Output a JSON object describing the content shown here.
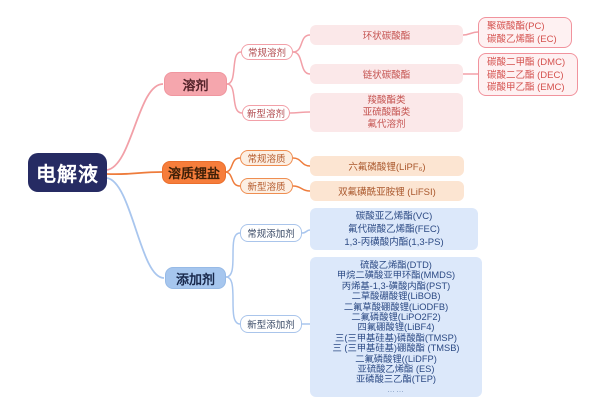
{
  "root_label": "电解液",
  "solvent": {
    "label": "溶剂",
    "conventional_label": "常规溶剂",
    "novel_label": "新型溶剂",
    "cyclic_label": "环状碳酸酯",
    "chain_label": "链状碳酸酯",
    "cyclic_items": [
      "聚碳酸酯(PC)",
      "碳酸乙烯酯 (EC)"
    ],
    "chain_items": [
      "碳酸二甲酯 (DMC)",
      "碳酸二乙酯 (DEC)",
      "碳酸甲乙酯 (EMC)"
    ],
    "novel_items": [
      "羧酸酯类",
      "亚硫酸酯类",
      "氟代溶剂"
    ]
  },
  "salt": {
    "label": "溶质锂盐",
    "conventional_label": "常规溶质",
    "novel_label": "新型溶质",
    "conventional_item": "六氟磷酸锂(LiPF₆)",
    "novel_item": "双氟磺酰亚胺锂 (LiFSI)"
  },
  "additives": {
    "label": "添加剂",
    "conventional_label": "常规添加剂",
    "novel_label": "新型添加剂",
    "conventional_items": [
      "碳酸亚乙烯酯(VC)",
      "氟代碳酸乙烯酯(FEC)",
      "1,3-丙磺酸内酯(1,3-PS)"
    ],
    "novel_items": [
      "硫酸乙烯酯(DTD)",
      "甲烷二磺酸亚甲环酯(MMDS)",
      "丙烯基-1,3-磺酸内酯(PST)",
      "二草酸硼酸锂(LiBOB)",
      "二氟草酸硼酸锂(LiODFB)",
      "二氟磷酸锂(LiPO2F2)",
      "四氟硼酸锂(LiBF4)",
      "三(三甲基硅基)磷酸酯(TMSP)",
      "三 (三甲基硅基)硼酸酯 (TMSB)",
      "二氟磷酸锂((LiDFP)",
      "亚硫酸乙烯酯 (ES)",
      "亚磷酸三乙酯(TEP)",
      "……"
    ]
  },
  "colors": {
    "root_bg": "#262b63",
    "branch_solvent": "#f5a6ad",
    "branch_salt": "#f67d3b",
    "branch_additive": "#a6c6ee",
    "line_pink": "#f2a0a8",
    "line_orange": "#ee7c3c",
    "line_blue": "#a9c6ee",
    "leaf_pink_bg": "#fbe8e9",
    "leaf_orange_bg": "#fce5d2",
    "leaf_blue_bg": "#dce8fa"
  }
}
